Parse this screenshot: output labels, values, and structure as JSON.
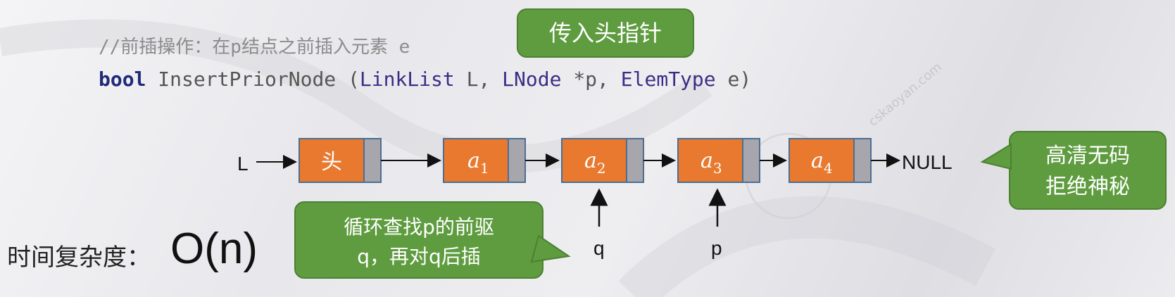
{
  "code": {
    "comment": "//前插操作：在p结点之前插入元素 e",
    "signature": {
      "keyword": "bool",
      "function": " InsertPriorNode (",
      "type1": "LinkList",
      "arg1": " L, ",
      "type2": "LNode",
      "arg2": " *p, ",
      "type3": "ElemType",
      "arg3": " e)"
    }
  },
  "callouts": {
    "head_pointer": "传入头指针",
    "hd_line1": "高清无码",
    "hd_line2": "拒绝神秘",
    "loop_line1": "循环查找p的前驱",
    "loop_line2": "q，再对q后插"
  },
  "list": {
    "head_label": "L",
    "head_node": "头",
    "nodes": [
      {
        "base": "a",
        "sub": "1"
      },
      {
        "base": "a",
        "sub": "2"
      },
      {
        "base": "a",
        "sub": "3"
      },
      {
        "base": "a",
        "sub": "4"
      }
    ],
    "tail": "NULL",
    "pointer_q": "q",
    "pointer_p": "p"
  },
  "complexity": {
    "label": "时间复杂度：",
    "value": "O(n)"
  },
  "watermark": "cskaoyan.com",
  "colors": {
    "node_fill": "#e8792f",
    "node_border": "#4c6e92",
    "pointer_cell": "#a6a6ac",
    "bubble": "#5e9c3f"
  }
}
